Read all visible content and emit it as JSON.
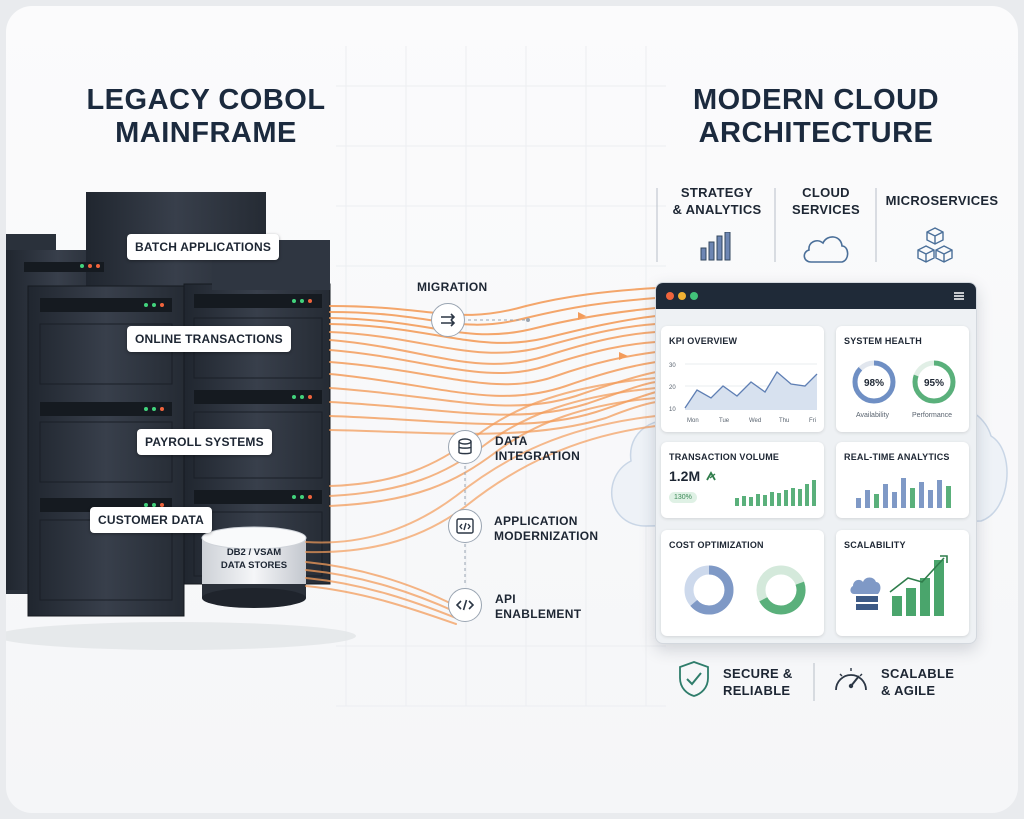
{
  "left_title": [
    "LEGACY COBOL",
    "MAINFRAME"
  ],
  "right_title": [
    "MODERN CLOUD",
    "ARCHITECTURE"
  ],
  "legacy_labels": {
    "batch": "BATCH APPLICATIONS",
    "online": "ONLINE TRANSACTIONS",
    "payroll": "PAYROLL SYSTEMS",
    "customer": "CUSTOMER DATA"
  },
  "data_store": [
    "DB2 / VSAM",
    "DATA STORES"
  ],
  "steps": {
    "migration": [
      "MIGRATION"
    ],
    "data_integration": [
      "DATA",
      "INTEGRATION"
    ],
    "app_modernization": [
      "APPLICATION",
      "MODERNIZATION"
    ],
    "api_enablement": [
      "API",
      "ENABLEMENT"
    ]
  },
  "categories": {
    "strategy": [
      "STRATEGY",
      "& ANALYTICS"
    ],
    "cloud": [
      "CLOUD",
      "SERVICES"
    ],
    "microservices": [
      "MICROSERVICES"
    ]
  },
  "dashboard": {
    "kpi": {
      "title": "KPI OVERVIEW",
      "yticks": [
        "30",
        "20",
        "10"
      ],
      "xticks": [
        "Mon",
        "Tue",
        "Wed",
        "Thu",
        "Fri"
      ]
    },
    "health": {
      "title": "SYSTEM HEALTH",
      "availability_value": "98%",
      "availability_label": "Availability",
      "performance_value": "95%",
      "performance_label": "Performance"
    },
    "transactions": {
      "title": "TRANSACTION VOLUME",
      "value": "1.2M",
      "badge": "130%"
    },
    "realtime": {
      "title": "REAL-TIME ANALYTICS"
    },
    "cost": {
      "title": "COST OPTIMIZATION"
    },
    "scalability": {
      "title": "SCALABILITY"
    }
  },
  "footer": {
    "secure": [
      "SECURE &",
      "RELIABLE"
    ],
    "scalable": [
      "SCALABLE",
      "& AGILE"
    ]
  },
  "colors": {
    "flow": "#f39c5b",
    "navy": "#1b2a3e",
    "server": "#2d3440",
    "accent_blue": "#7f99c6",
    "accent_green": "#4aa56c"
  }
}
